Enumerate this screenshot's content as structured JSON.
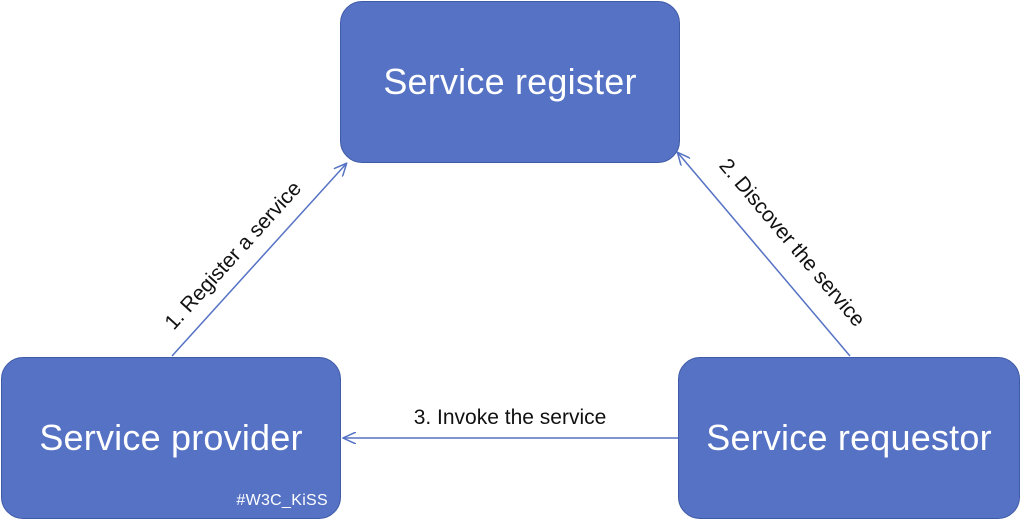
{
  "diagram": {
    "nodes": {
      "register": {
        "label": "Service register"
      },
      "provider": {
        "label": "Service provider",
        "tag": "#W3C_KiSS"
      },
      "requestor": {
        "label": "Service requestor"
      }
    },
    "edges": {
      "register_service": {
        "label": "1. Register a service"
      },
      "discover_service": {
        "label": "2. Discover the service"
      },
      "invoke_service": {
        "label": "3. Invoke the service"
      }
    },
    "colors": {
      "node_fill": "#5572c4",
      "node_border": "#3f5aa6",
      "edge_line": "#5572c4",
      "label_text": "#111111"
    }
  }
}
